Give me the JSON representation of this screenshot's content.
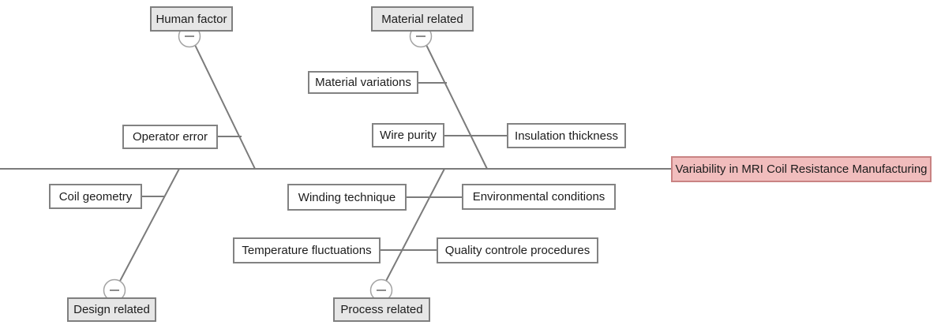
{
  "diagram": {
    "type": "fishbone-cause-effect",
    "effect": {
      "label": "Variability in MRI Coil Resistance Manufacturing"
    },
    "branches": [
      {
        "id": "human-factor",
        "label": "Human factor",
        "side": "top",
        "causes": [
          {
            "label": "Operator error"
          }
        ]
      },
      {
        "id": "material-related",
        "label": "Material related",
        "side": "top",
        "causes": [
          {
            "label": "Material variations"
          },
          {
            "label": "Wire purity"
          },
          {
            "label": "Insulation thickness"
          }
        ]
      },
      {
        "id": "design-related",
        "label": "Design related",
        "side": "bottom",
        "causes": [
          {
            "label": "Coil geometry"
          }
        ]
      },
      {
        "id": "process-related",
        "label": "Process related",
        "side": "bottom",
        "causes": [
          {
            "label": "Winding technique"
          },
          {
            "label": "Environmental conditions"
          },
          {
            "label": "Temperature fluctuations"
          },
          {
            "label": "Quality controle procedures"
          }
        ]
      }
    ],
    "icons": {
      "collapse": "minus"
    },
    "colors": {
      "line": "#7b7b7b",
      "category_fill": "#e6e6e6",
      "category_border": "#7f7f7f",
      "cause_fill": "#ffffff",
      "cause_border": "#828282",
      "effect_fill": "#f1bdbd",
      "effect_border": "#c98383",
      "text": "#1c1c1c"
    }
  }
}
